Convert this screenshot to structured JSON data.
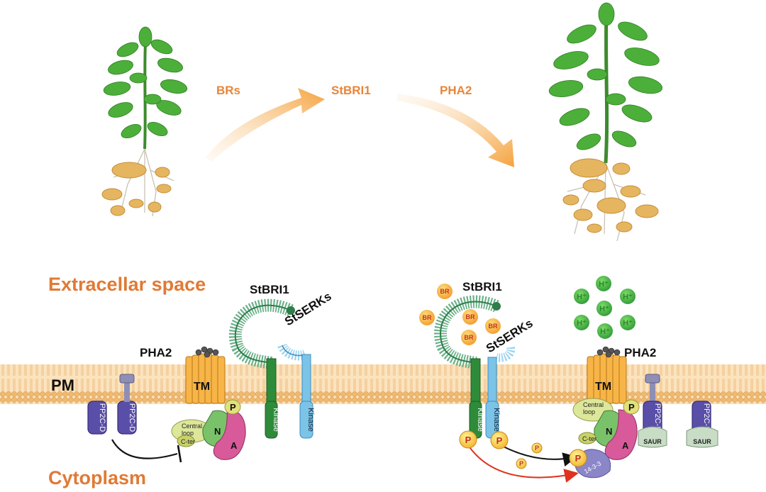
{
  "flow": {
    "step1": "BRs",
    "step2": "StBRI1",
    "step3": "PHA2"
  },
  "regions": {
    "extracellular": "Extracellar space",
    "cytoplasm": "Cytoplasm",
    "membrane": "PM"
  },
  "proteins": {
    "pha2_left": "PHA2",
    "pha2_right": "PHA2",
    "stbri1_left": "StBRI1",
    "stbri1_right": "StBRI1",
    "stserks_left": "StSERKs",
    "stserks_right": "StSERKs",
    "kinase": "Kinase",
    "tm": "TM",
    "n_domain": "N",
    "a_domain": "A",
    "p_domain": "P",
    "central_loop": "Central loop",
    "c_ter": "C-ter",
    "pp2c_d": "PP2C-D",
    "saur": "SAUR",
    "br": "BR",
    "h_plus": "H⁺",
    "phospho": "P",
    "protein_1433": "14-3-3"
  },
  "colors": {
    "accent": "#e8853a",
    "membrane": "#f2c48a",
    "pha2_tm": "#f7b548",
    "bri1_green": "#2e8b3a",
    "serk_blue": "#7cc3e8",
    "pp2c_purple": "#5a4fa8"
  }
}
